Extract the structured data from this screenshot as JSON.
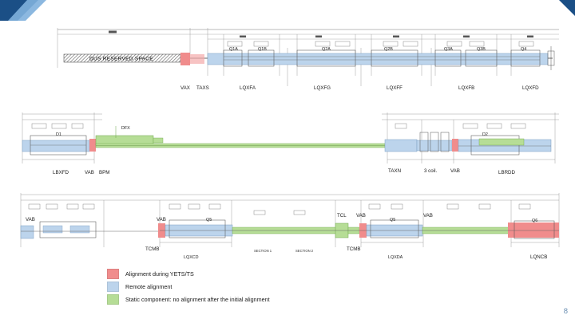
{
  "colors": {
    "red": "#f08c8c",
    "blue": "#bcd4ec",
    "green": "#b6dd96",
    "accent_dark": "#1b4f86",
    "accent_light": "#7fb0dd"
  },
  "row1": {
    "hatched_text": "DUS RESERVED SPACE",
    "component_labels": [
      "Q1A",
      "Q1B",
      "Q2A",
      "Q2B",
      "Q3A",
      "Q3B",
      "Q4"
    ],
    "bottom_labels": [
      "VAX",
      "TAXS",
      "LQXFA",
      "LQXFG",
      "LQXFF",
      "LQXFB",
      "LQXFD"
    ]
  },
  "row2": {
    "component_labels": [
      "D1",
      "D2"
    ],
    "top_label": "DFX",
    "bottom_labels": [
      "LBXFD",
      "VAB",
      "BPM",
      "TAXN",
      "3 coil.",
      "VAB",
      "LBRDD"
    ]
  },
  "row3": {
    "component_labels": [
      "Q5",
      "Q5",
      "Q6"
    ],
    "top_labels": [
      "VAB",
      "VAB",
      "TCL",
      "VAB",
      "VAB"
    ],
    "bottom_labels": [
      "TCMB",
      "LQXCD",
      "TCMB",
      "LQXDA",
      "LQNCB"
    ],
    "notes": [
      "SECTION 1",
      "SECTION 2"
    ]
  },
  "legend": [
    {
      "color": "#f08c8c",
      "text": "Alignment during YETS/TS"
    },
    {
      "color": "#bcd4ec",
      "text": "Remote alignment"
    },
    {
      "color": "#b6dd96",
      "text": "Static component: no alignment after the initial alignment"
    }
  ],
  "page_number": "8"
}
